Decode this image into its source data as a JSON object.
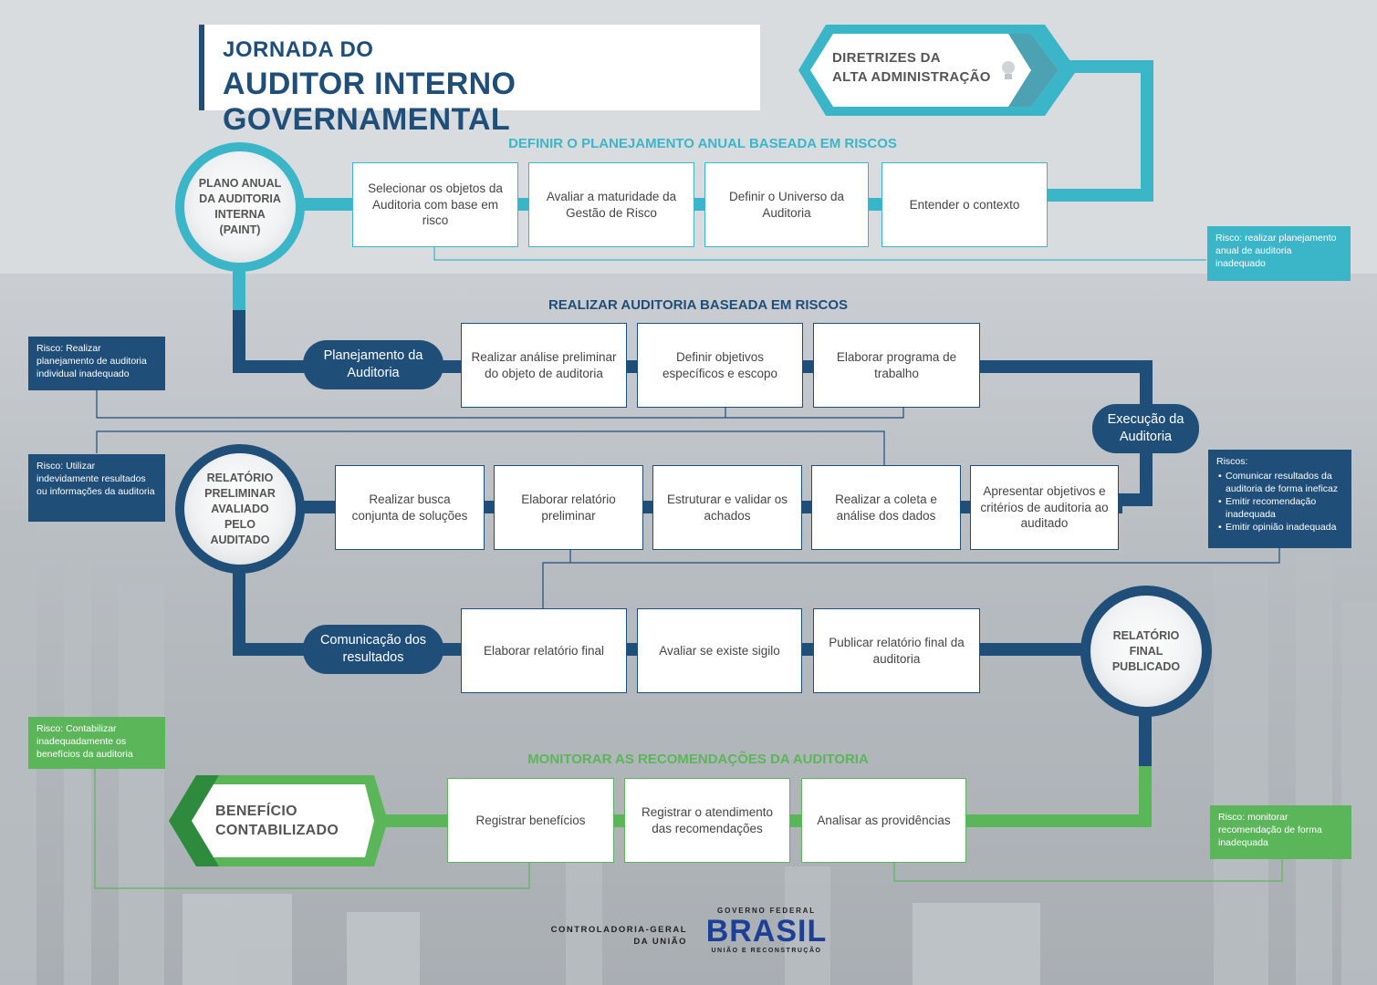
{
  "title": {
    "line1": "JORNADA DO",
    "line2": "AUDITOR INTERNO GOVERNAMENTAL"
  },
  "colors": {
    "navy": "#1f4e79",
    "teal": "#3bb6c9",
    "green": "#5bb65a"
  },
  "diretrizes": {
    "line1": "DIRETRIZES DA",
    "line2": "ALTA ADMINISTRAÇÃO",
    "icon": "lightbulb-icon"
  },
  "planejamento_anual": {
    "heading": "DEFINIR O PLANEJAMENTO ANUAL BASEADA EM RISCOS",
    "circle": "PLANO ANUAL DA AUDITORIA INTERNA (PAINT)",
    "steps": [
      "Selecionar os objetos da Auditoria com base em risco",
      "Avaliar a maturidade da Gestão de Risco",
      "Definir o Universo da Auditoria",
      "Entender o contexto"
    ],
    "risk": "Risco: realizar planejamento anual de auditoria inadequado"
  },
  "auditoria": {
    "heading": "REALIZAR AUDITORIA BASEADA EM RISCOS",
    "planejamento_pill": "Planejamento da Auditoria",
    "planejamento_steps": [
      "Realizar análise preliminar do objeto de auditoria",
      "Definir objetivos específicos e escopo",
      "Elaborar programa de trabalho"
    ],
    "risk_planejamento": "Risco: Realizar planejamento de auditoria individual inadequado",
    "execucao_pill": "Execução da Auditoria",
    "execucao_steps": [
      "Realizar busca conjunta de soluções",
      "Elaborar relatório preliminar",
      "Estruturar e validar os achados",
      "Realizar a coleta e análise dos dados",
      "Apresentar objetivos e critérios de auditoria ao auditado"
    ],
    "circle_preliminar": "RELATÓRIO PRELIMINAR AVALIADO PELO AUDITADO",
    "risk_utilizar": "Risco: Utilizar indevidamente resultados ou informações da auditoria",
    "risks_execucao": {
      "title": "Riscos:",
      "items": [
        "Comunicar resultados da auditoria de forma ineficaz",
        "Emitir recomendação inadequada",
        "Emitir opinião inadequada"
      ]
    },
    "comunicacao_pill": "Comunicação dos resultados",
    "comunicacao_steps": [
      "Elaborar relatório final",
      "Avaliar se existe sigilo",
      "Publicar relatório final da auditoria"
    ],
    "circle_final": "RELATÓRIO FINAL PUBLICADO"
  },
  "monitorar": {
    "heading": "MONITORAR AS RECOMENDAÇÕES DA AUDITORIA",
    "steps": [
      "Registrar benefícios",
      "Registrar o atendimento das recomendações",
      "Analisar as providências"
    ],
    "beneficio": {
      "line1": "BENEFÍCIO",
      "line2": "CONTABILIZADO"
    },
    "risk_contabilizar": "Risco: Contabilizar inadequadamente os benefícios da auditoria",
    "risk_monitorar": "Risco: monitorar recomendação de forma inadequada"
  },
  "footer": {
    "cgu_line1": "CONTROLADORIA-GERAL",
    "cgu_line2": "DA UNIÃO",
    "gov_top": "GOVERNO FEDERAL",
    "gov_brand": "BRASIL",
    "gov_bottom": "UNIÃO E RECONSTRUÇÃO"
  }
}
